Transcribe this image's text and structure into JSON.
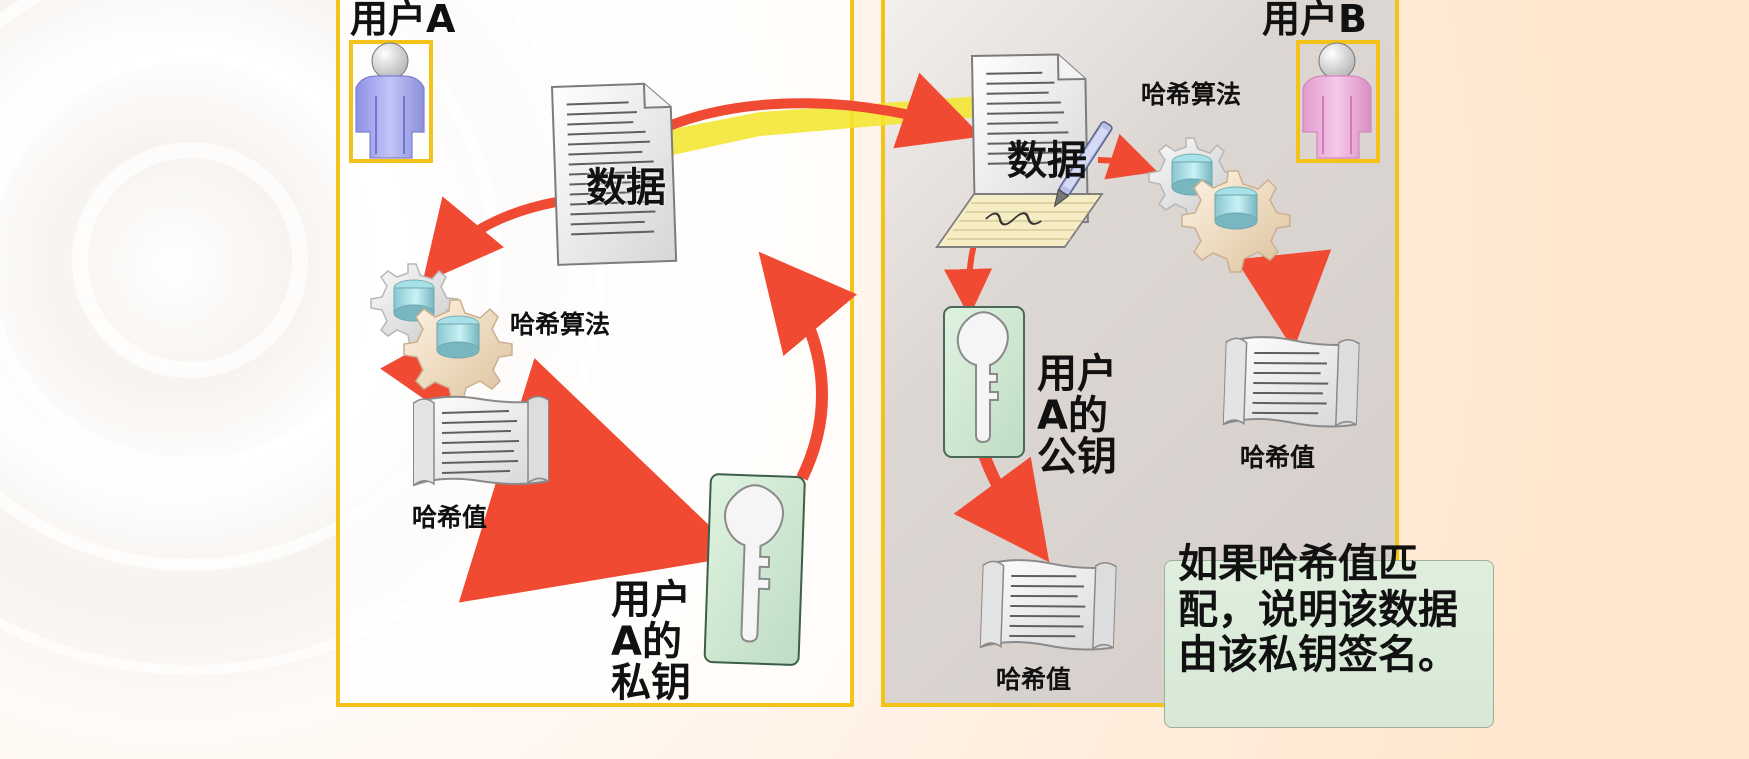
{
  "labels": {
    "user_a": "用户A",
    "user_b": "用户B",
    "data_a": "数据",
    "data_b": "数据",
    "hash_algorithm_a": "哈希算法",
    "hash_algorithm_b": "哈希算法",
    "hash_value_a": "哈希值",
    "hash_value_b_right": "哈希值",
    "hash_value_b_bottom": "哈希值",
    "private_key_a": "用户A的私钥",
    "public_key_a": "用户A的公钥",
    "result": "如果哈希值匹配，说明该数据由该私钥签名。"
  },
  "colors": {
    "panel_border": "#f4c31a",
    "arrow_red": "#f04a32",
    "highlight_yellow": "#f3e52b",
    "key_card": "#cfe8d2",
    "user_a_body": "#b3b5f0",
    "user_b_body": "#f2b5dd"
  },
  "icons": {
    "user_a": "person-icon",
    "user_b": "person-icon",
    "document": "document-icon",
    "gears": "gears-icon",
    "scroll": "scroll-icon",
    "key": "key-icon",
    "pen": "pen-icon"
  }
}
